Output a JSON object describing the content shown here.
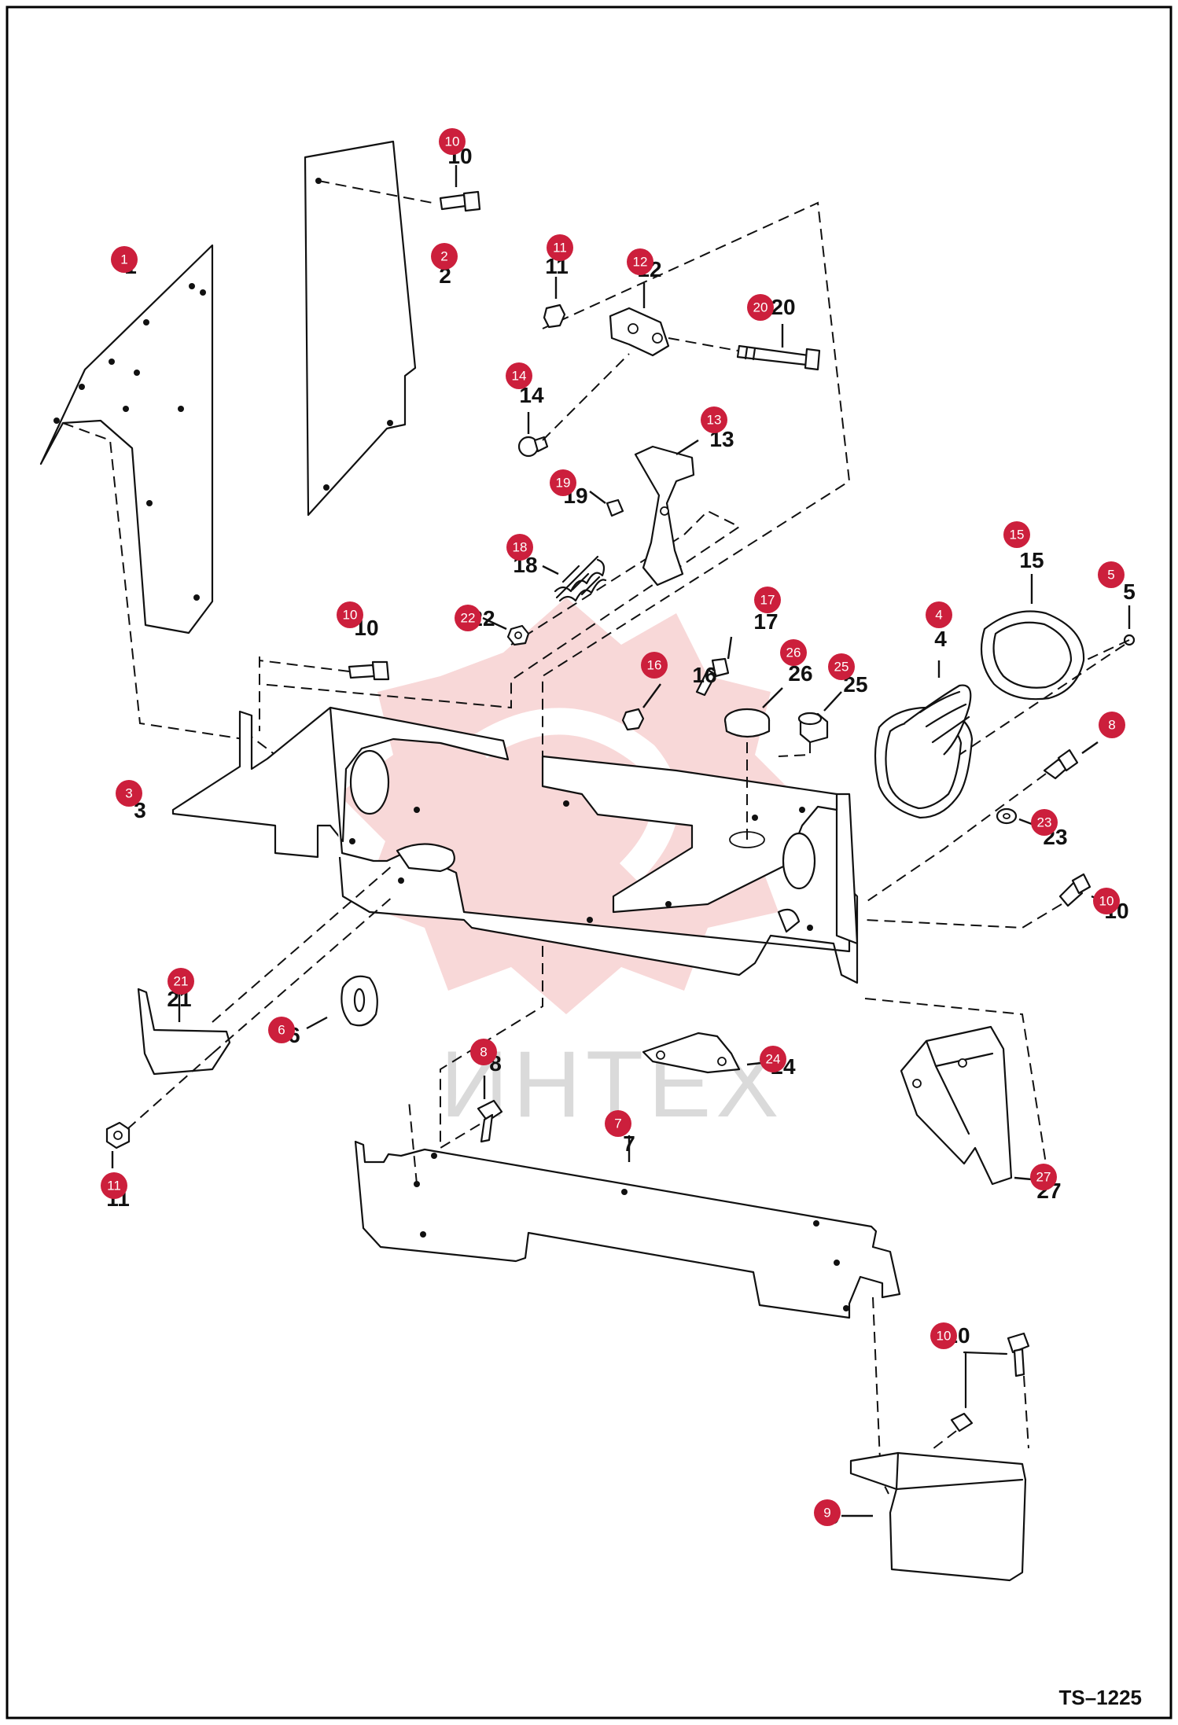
{
  "figure_code": "TS–1225",
  "watermark_text": "ИНТЕХ",
  "callouts": [
    {
      "id": "1",
      "label": "1"
    },
    {
      "id": "2",
      "label": "2"
    },
    {
      "id": "3",
      "label": "3"
    },
    {
      "id": "4",
      "label": "4"
    },
    {
      "id": "5",
      "label": "5"
    },
    {
      "id": "6",
      "label": "6"
    },
    {
      "id": "7",
      "label": "7"
    },
    {
      "id": "8",
      "label": "8"
    },
    {
      "id": "8b",
      "label": "8"
    },
    {
      "id": "9",
      "label": "9"
    },
    {
      "id": "10",
      "label": "10"
    },
    {
      "id": "10b",
      "label": "10"
    },
    {
      "id": "10c",
      "label": "10"
    },
    {
      "id": "10d",
      "label": "10"
    },
    {
      "id": "11",
      "label": "11"
    },
    {
      "id": "11b",
      "label": "11"
    },
    {
      "id": "12",
      "label": "12"
    },
    {
      "id": "13",
      "label": "13"
    },
    {
      "id": "14",
      "label": "14"
    },
    {
      "id": "15",
      "label": "15"
    },
    {
      "id": "16",
      "label": "16"
    },
    {
      "id": "17",
      "label": "17"
    },
    {
      "id": "18",
      "label": "18"
    },
    {
      "id": "19",
      "label": "19"
    },
    {
      "id": "20",
      "label": "20"
    },
    {
      "id": "21",
      "label": "21"
    },
    {
      "id": "22",
      "label": "22"
    },
    {
      "id": "23",
      "label": "23"
    },
    {
      "id": "24",
      "label": "24"
    },
    {
      "id": "25",
      "label": "25"
    },
    {
      "id": "26",
      "label": "26"
    },
    {
      "id": "27",
      "label": "27"
    }
  ],
  "colors": {
    "badge": "#cc1f3c",
    "badge_text": "#ffffff",
    "line": "#111111",
    "frame": "#000000",
    "watermark": "#f2b8b8"
  }
}
